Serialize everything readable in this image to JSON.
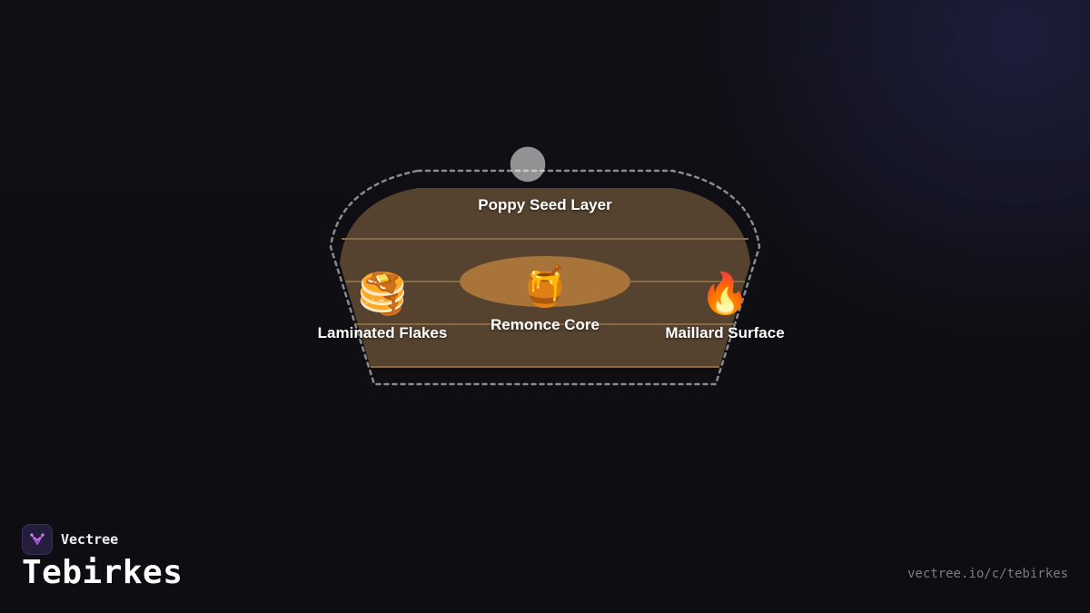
{
  "diagram": {
    "layers": [
      {
        "label": "Poppy Seed Layer",
        "icon": "new-moon-icon",
        "glyph": "🌑"
      },
      {
        "label": "Laminated Flakes",
        "icon": "pancakes-icon",
        "glyph": "🥞"
      },
      {
        "label": "Remonce Core",
        "icon": "honey-pot-icon",
        "glyph": "🍯"
      },
      {
        "label": "Maillard Surface",
        "icon": "fire-icon",
        "glyph": "🔥"
      }
    ]
  },
  "brand": {
    "name": "Vectree",
    "logo_icon": "vectree-logo-icon"
  },
  "page": {
    "title": "Tebirkes",
    "url": "vectree.io/c/tebirkes"
  },
  "colors": {
    "background": "#0f0f14",
    "pastry_body": "#56432f",
    "pastry_line": "#8a6a45",
    "core": "#a8743a",
    "outline": "#8a8a92",
    "logo_accent": "#a64fd6"
  }
}
